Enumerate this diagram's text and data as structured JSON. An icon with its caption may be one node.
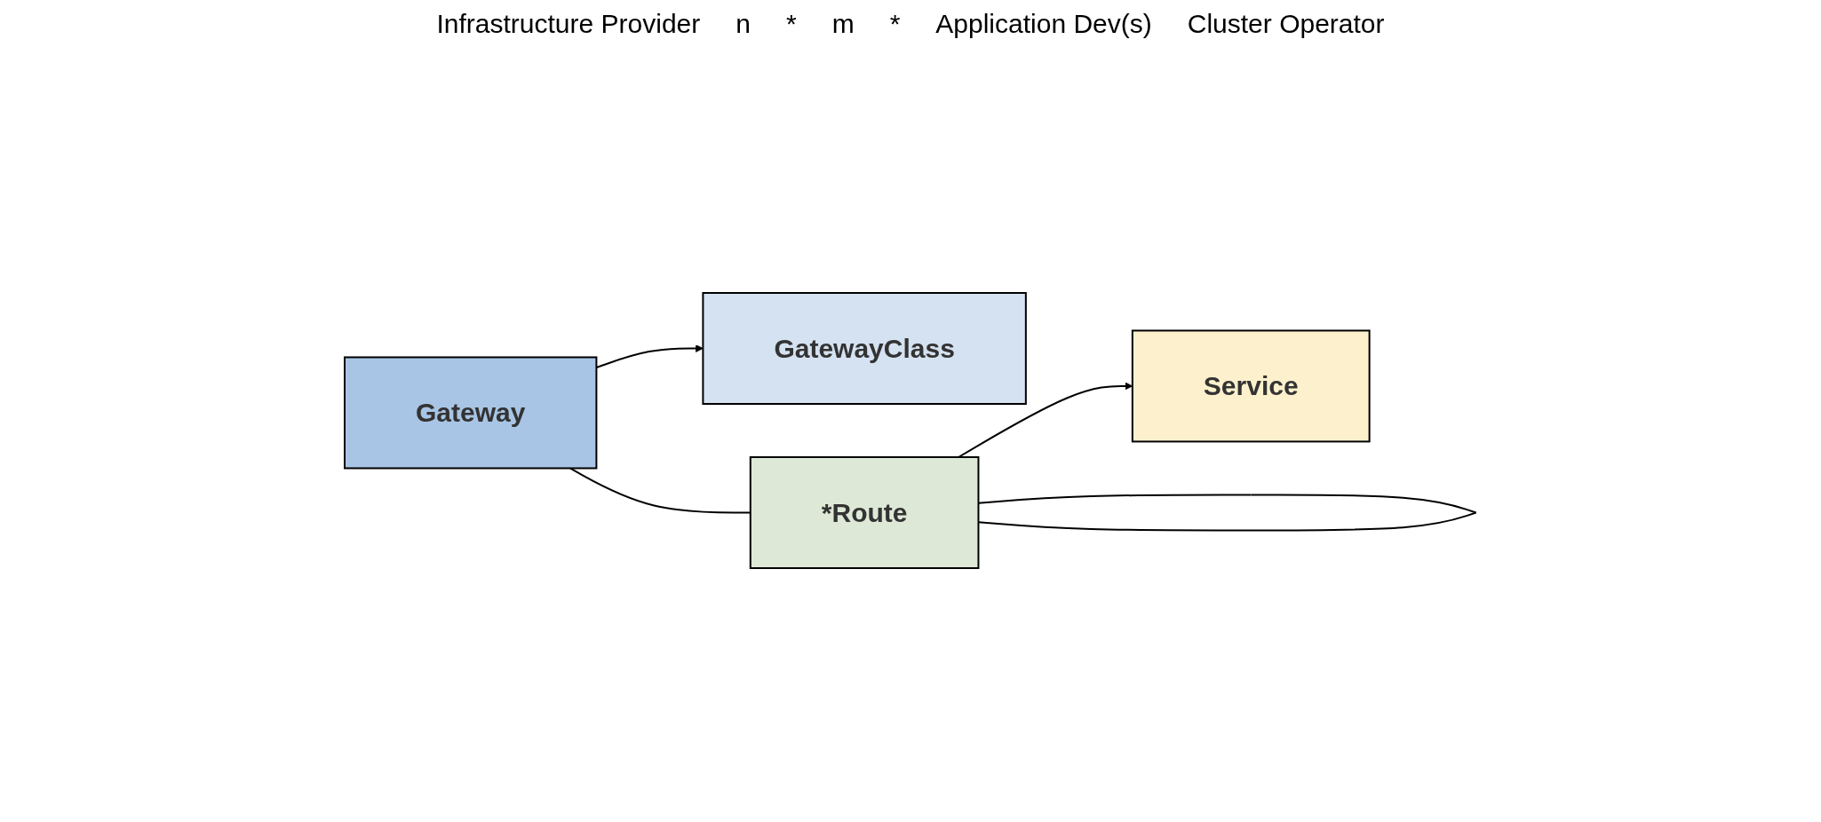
{
  "diagram": {
    "nodes": [
      {
        "text": [
          "GatewayClass"
        ]
      },
      {
        "text": [
          "Gateway"
        ]
      },
      {
        "text": [
          "*Route"
        ]
      },
      {
        "text": [
          "Service"
        ]
      }
    ],
    "edges": [
      {
        "from": 1,
        "to": 0,
        "arrow": "to"
      },
      {
        "from": 1,
        "to": 2,
        "arrow": "none"
      },
      {
        "from": 2,
        "to": 3,
        "arrow": "to"
      },
      {
        "from": 2,
        "to": 2,
        "arrow": "none"
      }
    ],
    "labels": [
      "Infrastructure Provider",
      "n",
      "*",
      "m",
      "*",
      "Application Dev(s)",
      "Cluster Operator"
    ]
  }
}
